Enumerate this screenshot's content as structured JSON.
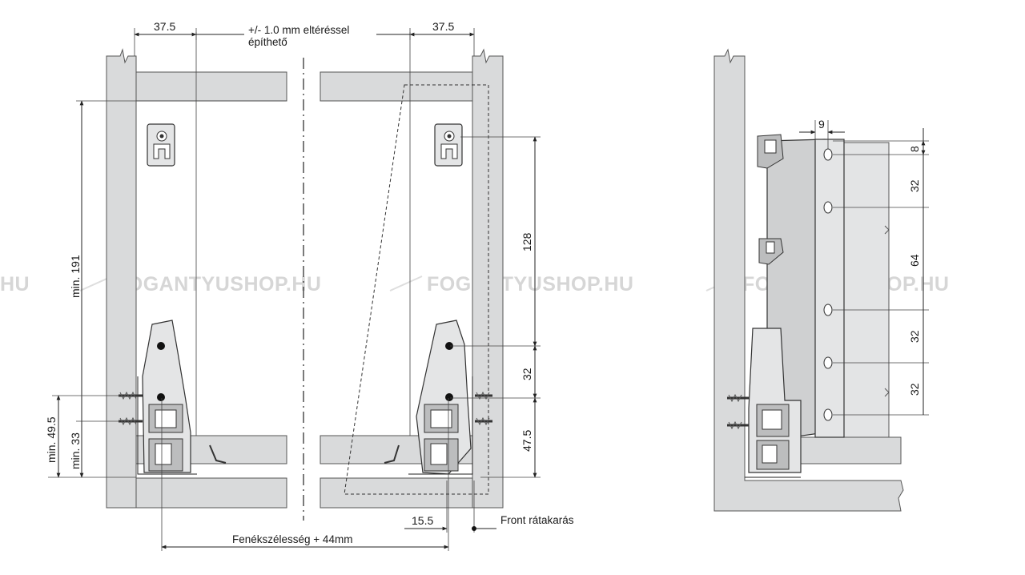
{
  "watermark": {
    "text": "FOGANTYUSHOP.HU",
    "left_fragment": "HU"
  },
  "front_view": {
    "top_left_dim": "37.5",
    "top_right_dim": "37.5",
    "tolerance_line1": "+/- 1.0 mm eltéréssel",
    "tolerance_line2": "építhető",
    "height_min_191": "min. 191",
    "height_min_49_5": "min. 49.5",
    "height_min_33": "min. 33",
    "right_dim_128": "128",
    "right_dim_32": "32",
    "right_dim_47_5": "47.5",
    "bottom_dim_15_5": "15.5",
    "front_overlay_label": "Front rátakarás",
    "bottom_width_label": "Fenékszélesség + 44mm"
  },
  "side_view": {
    "dim_9": "9",
    "dim_8": "8",
    "dim_32_a": "32",
    "dim_64": "64",
    "dim_32_b": "32",
    "dim_32_c": "32"
  }
}
